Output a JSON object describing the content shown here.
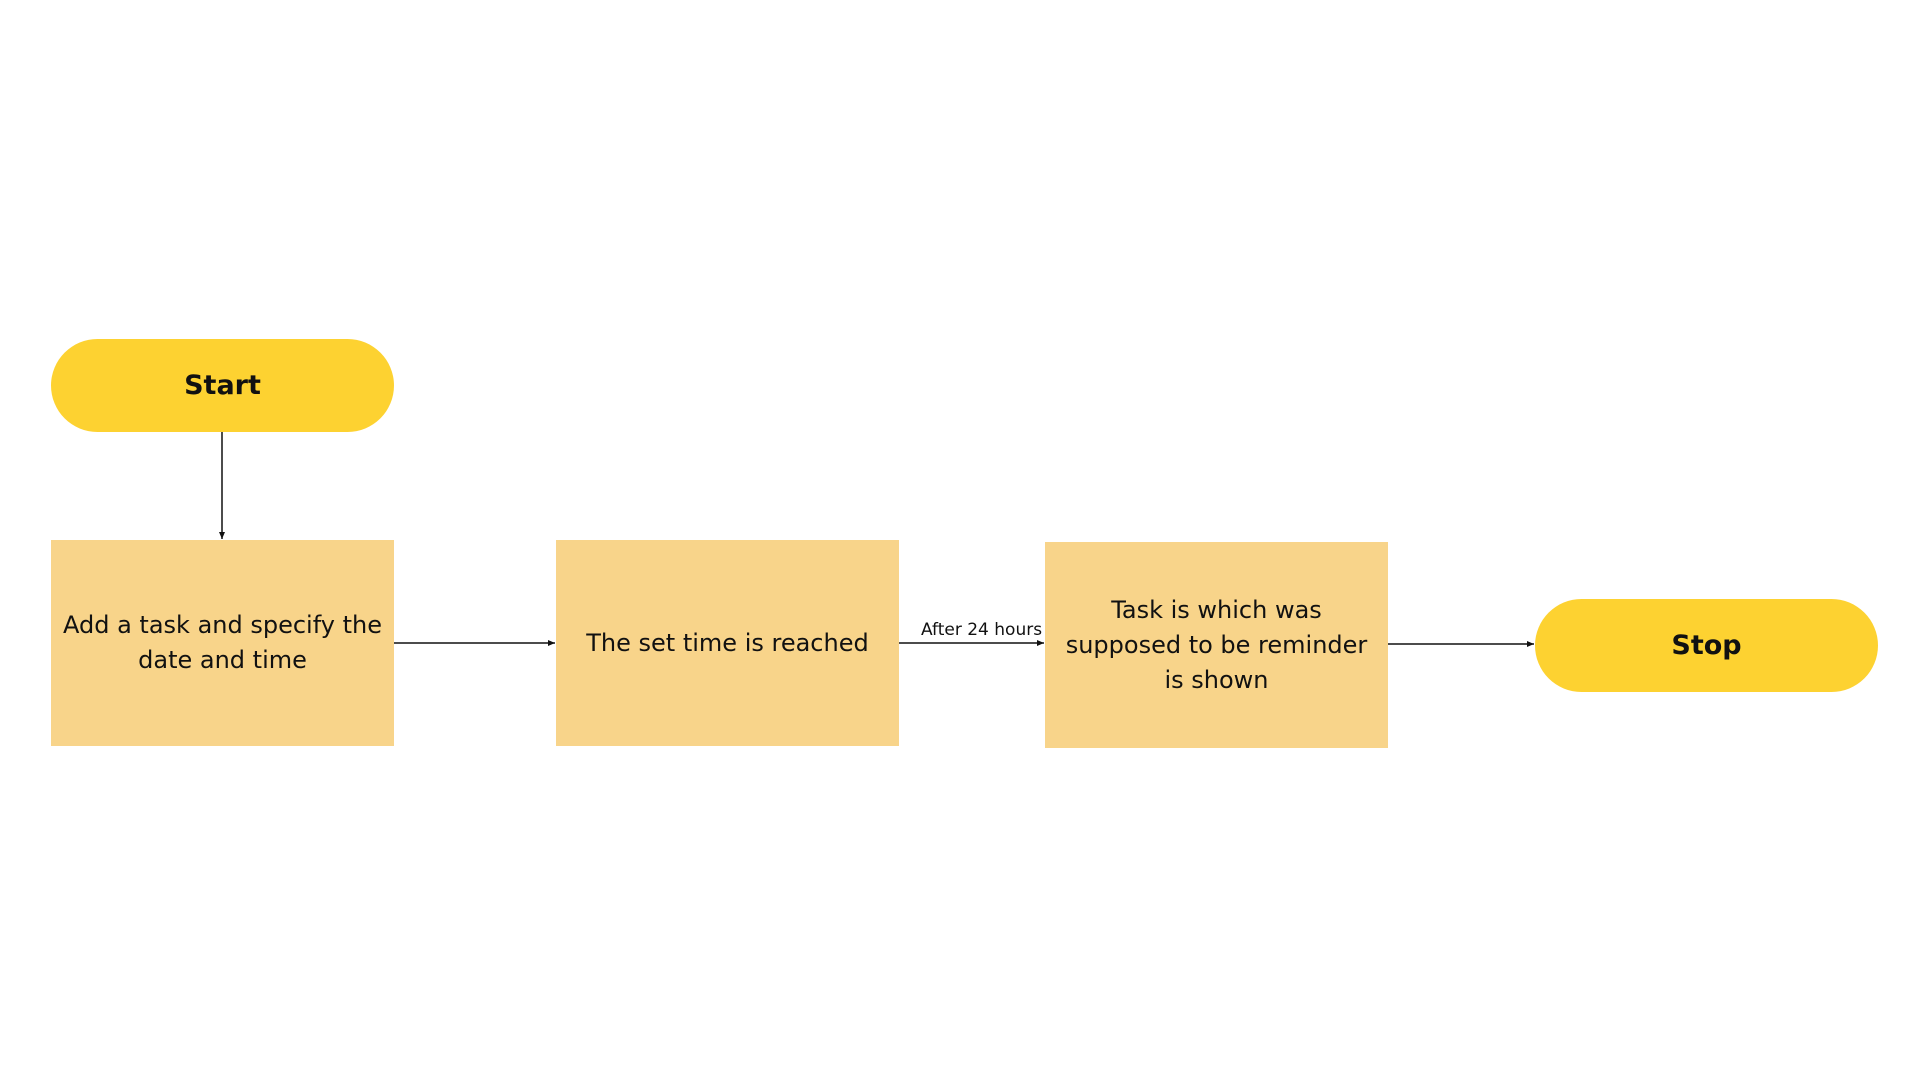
{
  "nodes": {
    "start": {
      "label": "Start",
      "color": "#fdd231"
    },
    "add_task": {
      "label": "Add a task and specify the date and time",
      "color": "#f8d48a"
    },
    "time_reached": {
      "label": "The set time is reached",
      "color": "#f8d48a"
    },
    "reminder_shown": {
      "label": "Task is which was supposed to be reminder is shown",
      "color": "#f8d48a"
    },
    "stop": {
      "label": "Stop",
      "color": "#fdd231"
    }
  },
  "edges": [
    {
      "from": "start",
      "to": "add_task",
      "label": ""
    },
    {
      "from": "add_task",
      "to": "time_reached",
      "label": ""
    },
    {
      "from": "time_reached",
      "to": "reminder_shown",
      "label": "After 24 hours"
    },
    {
      "from": "reminder_shown",
      "to": "stop",
      "label": ""
    }
  ]
}
